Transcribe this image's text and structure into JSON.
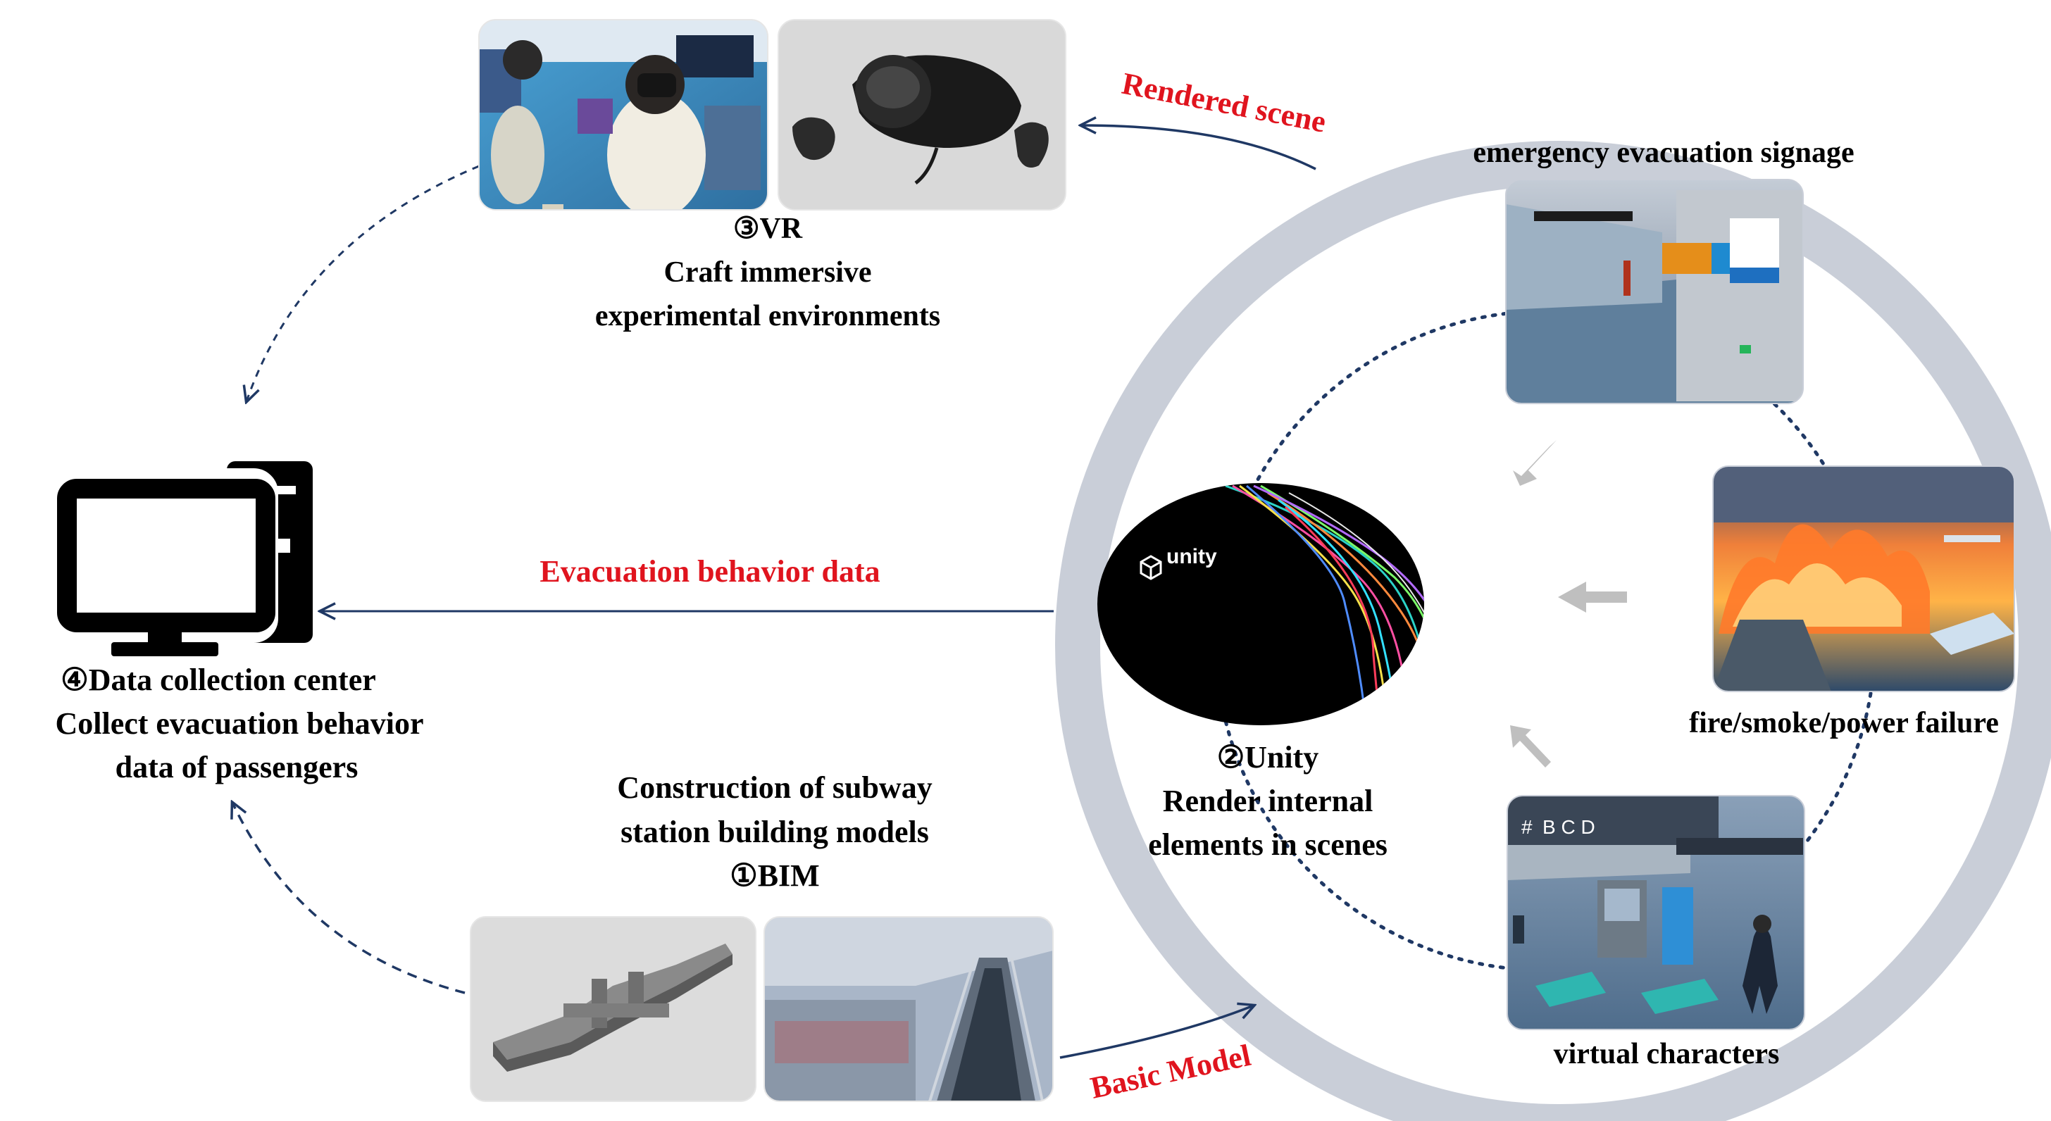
{
  "colors": {
    "accent_red": "#e0141e",
    "dark_navy": "#1f3864",
    "ring_gray": "#c9ced8",
    "light_arrow": "#bfbfbf",
    "text": "#000000"
  },
  "vr": {
    "heading": "③VR",
    "line1": "Craft immersive",
    "line2": "experimental environments"
  },
  "unity": {
    "heading": "②Unity",
    "line1": "Render internal",
    "line2": "elements in scenes",
    "logo_text": "unity"
  },
  "bim": {
    "line1": "Construction of subway",
    "line2": "station building models",
    "heading": "①BIM"
  },
  "data_center": {
    "heading": "④Data collection center",
    "line1": "Collect evacuation behavior",
    "line2": "data of passengers"
  },
  "flows": {
    "rendered_scene": "Rendered scene",
    "evacuation_behavior_data": "Evacuation behavior data",
    "basic_model": "Basic Model"
  },
  "elements": {
    "signage": "emergency evacuation signage",
    "fire": "fire/smoke/power failure",
    "characters": "virtual characters"
  },
  "scene_text": {
    "bcd": "B C D",
    "hash": "#"
  },
  "icons": {
    "computer": "desktop-computer-icon",
    "unity_logo": "unity-logo-icon"
  }
}
